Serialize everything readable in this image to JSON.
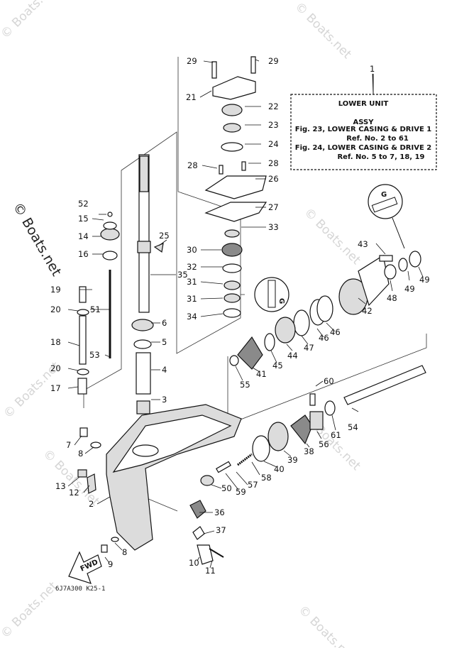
{
  "watermark": {
    "text": "© Boats.net"
  },
  "info_box": {
    "title": "LOWER UNIT",
    "subtitle": "ASSY",
    "fig1": "Fig. 23, LOWER CASING & DRIVE 1",
    "ref1": "Ref. No. 2 to 61",
    "fig2": "Fig. 24, LOWER CASING & DRIVE 2",
    "ref2": "Ref. No. 5 to 7, 18, 19"
  },
  "diagram_code": "6J7A300 K25-1",
  "fwd_label": "FWD",
  "part_numbers": [
    "1",
    "2",
    "3",
    "4",
    "5",
    "6",
    "7",
    "8",
    "8",
    "9",
    "10",
    "11",
    "12",
    "13",
    "14",
    "15",
    "16",
    "17",
    "18",
    "19",
    "20",
    "20",
    "21",
    "22",
    "23",
    "24",
    "25",
    "26",
    "27",
    "28",
    "28",
    "29",
    "29",
    "30",
    "31",
    "31",
    "32",
    "33",
    "34",
    "35",
    "36",
    "37",
    "38",
    "39",
    "40",
    "41",
    "42",
    "43",
    "44",
    "45",
    "46",
    "46",
    "47",
    "48",
    "49",
    "49",
    "50",
    "51",
    "52",
    "53",
    "54",
    "55",
    "56",
    "57",
    "58",
    "59",
    "60",
    "61"
  ],
  "icons": [
    "grease-icon",
    "grease-icon"
  ]
}
